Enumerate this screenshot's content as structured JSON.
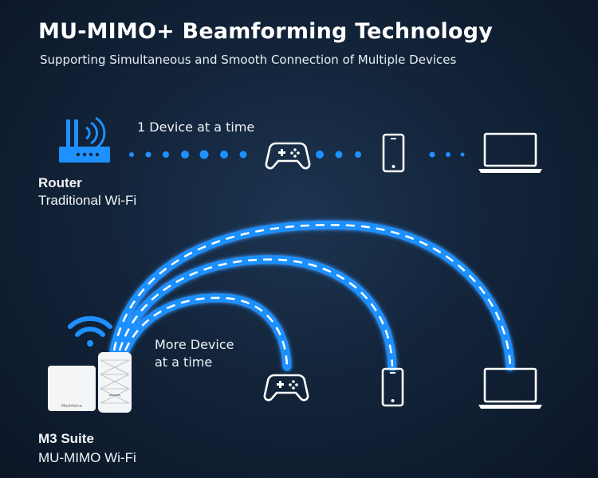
{
  "header": {
    "title": "MU-MIMO+ Beamforming Technology",
    "subtitle": "Supporting Simultaneous and Smooth Connection of Multiple Devices"
  },
  "traditional": {
    "caption": "1 Device at a time",
    "device_name": "Router",
    "device_desc": "Traditional Wi-Fi",
    "icons": [
      "router-icon",
      "gamepad-icon",
      "smartphone-icon",
      "laptop-icon"
    ]
  },
  "mumimo": {
    "caption_line1": "More Device",
    "caption_line2": "at a time",
    "device_name": "M3 Suite",
    "device_desc": "MU-MIMO Wi-Fi",
    "unit_brand": "Meshforce",
    "icons": [
      "wifi-icon",
      "mesh-unit-icon",
      "gamepad-icon",
      "smartphone-icon",
      "laptop-icon"
    ]
  },
  "colors": {
    "accent_blue": "#1e90ff",
    "beam_dash": "#ffffff",
    "background": "#13243a"
  }
}
